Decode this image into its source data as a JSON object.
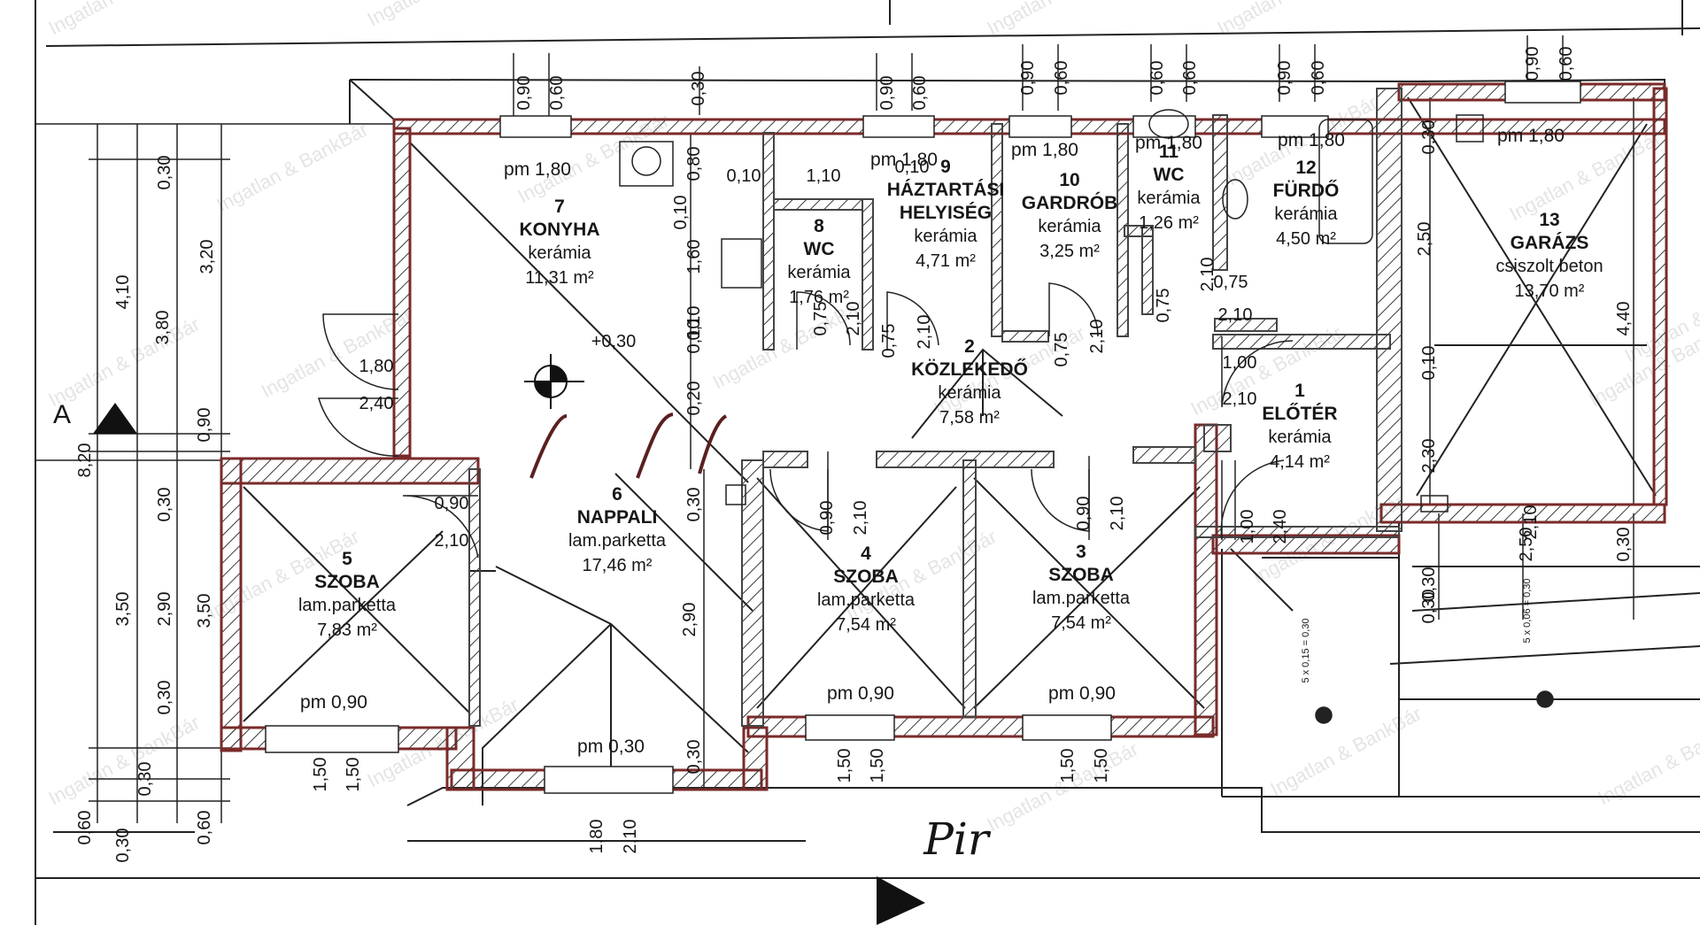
{
  "watermark": "Ingatlan & BankBár",
  "signature": "Pir",
  "section_marker": "A",
  "level_mark": "+0,30",
  "rooms": [
    {
      "id": "1",
      "name": [
        "ELŐTÉR"
      ],
      "floor": "kerámia",
      "area": "4,14 m²"
    },
    {
      "id": "2",
      "name": [
        "KÖZLEKEDŐ"
      ],
      "floor": "kerámia",
      "area": "7,58 m²"
    },
    {
      "id": "3",
      "name": [
        "SZOBA"
      ],
      "floor": "lam.parketta",
      "area": "7,54 m²",
      "pm": "pm 0,90"
    },
    {
      "id": "4",
      "name": [
        "SZOBA"
      ],
      "floor": "lam.parketta",
      "area": "7,54 m²",
      "pm": "pm 0,90"
    },
    {
      "id": "5",
      "name": [
        "SZOBA"
      ],
      "floor": "lam.parketta",
      "area": "7,83 m²",
      "pm": "pm 0,90"
    },
    {
      "id": "6",
      "name": [
        "NAPPALI"
      ],
      "floor": "lam.parketta",
      "area": "17,46 m²",
      "pm": "pm 0,30"
    },
    {
      "id": "7",
      "name": [
        "KONYHA"
      ],
      "floor": "kerámia",
      "area": "11,31 m²",
      "pm": "pm 1,80"
    },
    {
      "id": "8",
      "name": [
        "WC"
      ],
      "floor": "kerámia",
      "area": "1,76 m²"
    },
    {
      "id": "9",
      "name": [
        "HÁZTARTÁSI",
        "HELYISÉG"
      ],
      "floor": "kerámia",
      "area": "4,71 m²",
      "pm": "pm 1,80"
    },
    {
      "id": "10",
      "name": [
        "GARDRÓB"
      ],
      "floor": "kerámia",
      "area": "3,25 m²",
      "pm": "pm 1,80"
    },
    {
      "id": "11",
      "name": [
        "WC"
      ],
      "floor": "kerámia",
      "area": "1,26 m²",
      "pm": "pm 1,80"
    },
    {
      "id": "12",
      "name": [
        "FÜRDŐ"
      ],
      "floor": "kerámia",
      "area": "4,50 m²",
      "pm": "pm 1,80"
    },
    {
      "id": "13",
      "name": [
        "GARÁZS"
      ],
      "floor": "csiszolt beton",
      "area": "13,70 m²",
      "pm": "pm 1,80"
    }
  ],
  "dimensions": {
    "top_windows": [
      "0,90",
      "0,60",
      "0,30",
      "0,90",
      "0,60",
      "0,90",
      "0,60",
      "0,60",
      "0,60",
      "0,90",
      "0,60",
      "0,90",
      "0,60"
    ],
    "left_outer": [
      "4,10",
      "8,20",
      "0,60"
    ],
    "left_second": [
      "3,80",
      "3,50",
      "0,30"
    ],
    "left_third": [
      "0,30",
      "0,30",
      "2,90",
      "0,30",
      "0,30"
    ],
    "left_fourth": [
      "3,20",
      "0,90",
      "3,50",
      "0,60"
    ],
    "interior": [
      "0,10",
      "1,10",
      "0,10",
      "0,10",
      "0,80",
      "0,10",
      "1,60",
      "0,10",
      "0,20",
      "0,30",
      "2,90",
      "0,30"
    ],
    "doors": [
      "1,80",
      "2,40",
      "0,90",
      "2,10",
      "0,75",
      "2,10",
      "0,75",
      "2,10",
      "0,75",
      "2,10",
      "0,75",
      "2,10",
      "0,75",
      "2,10",
      "1,00",
      "2,10",
      "0,90",
      "2,10",
      "0,90",
      "2,10",
      "1,00",
      "2,40"
    ],
    "bottom": [
      "1,50",
      "1,50",
      "1,80",
      "2,10",
      "1,50",
      "1,50",
      "1,50",
      "1,50"
    ],
    "garage": [
      "0,30",
      "2,50",
      "4,40",
      "0,10",
      "2,30",
      "0,30",
      "2,50",
      "2,10",
      "0,30",
      "0,30"
    ],
    "stair_a": "5 x 0,15 = 0,30",
    "stair_b": "5 x 0,06 = 0,30"
  }
}
